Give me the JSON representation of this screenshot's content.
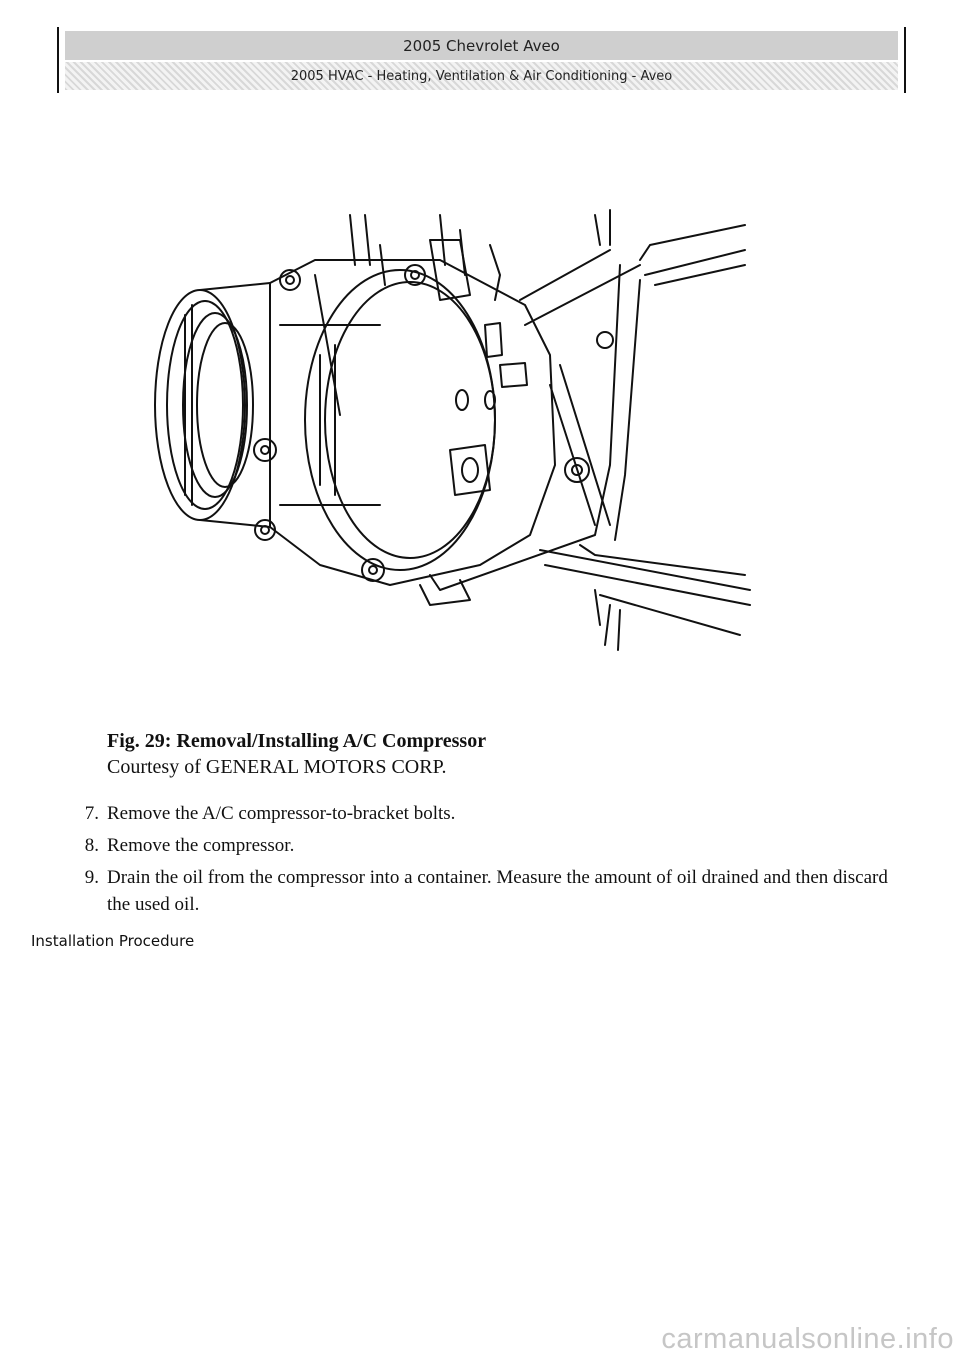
{
  "header": {
    "title": "2005 Chevrolet Aveo",
    "subtitle": "2005 HVAC - Heating, Ventilation & Air Conditioning - Aveo"
  },
  "figure": {
    "caption_title": "Fig. 29: Removal/Installing A/C Compressor",
    "caption_credit": "Courtesy of GENERAL MOTORS CORP."
  },
  "steps": [
    {
      "num": "7.",
      "text": "Remove the A/C compressor-to-bracket bolts."
    },
    {
      "num": "8.",
      "text": "Remove the compressor."
    },
    {
      "num": "9.",
      "text": "Drain the oil from the compressor into a container. Measure the amount of oil drained and then discard the used oil."
    }
  ],
  "section_heading": "Installation Procedure",
  "watermark": "carmanualsonline.info"
}
